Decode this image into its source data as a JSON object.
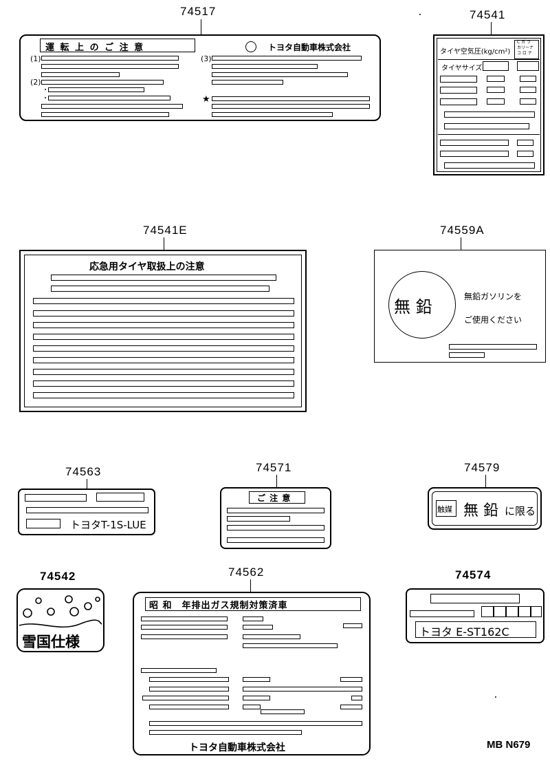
{
  "parts": {
    "p74517": "74517",
    "p74541": "74541",
    "p74541E": "74541E",
    "p74559A": "74559A",
    "p74563": "74563",
    "p74571": "74571",
    "p74579": "74579",
    "p74542": "74542",
    "p74562": "74562",
    "p74574": "74574"
  },
  "label_74517": {
    "heading": "運 転 上 の ご 注 意",
    "brand": "トヨタ自動車株式会社",
    "marks": [
      "(1)",
      "(2)",
      "(3)",
      "★"
    ]
  },
  "label_74541": {
    "pressure": "タイヤ空気圧(kg/cm²)",
    "size": "タイヤサイズ",
    "side_header": "C ガ ラ\nカリーナ\nコ ロ ナ"
  },
  "label_74541E": {
    "heading": "応急用タイヤ取扱上の注意"
  },
  "label_74559A": {
    "seal": "無 鉛",
    "line1": "無鉛ガソリンを",
    "line2": "ご使用ください"
  },
  "label_74563": {
    "code": "トヨタT-1S-LUE"
  },
  "label_74571": {
    "heading": "ご 注 意"
  },
  "label_74579": {
    "badge": "触媒",
    "text_big": "無 鉛",
    "text_small": "に限る"
  },
  "label_74542": {
    "text": "雪国仕様"
  },
  "label_74562": {
    "heading": "昭 和　年排出ガス規制対策済車",
    "brand": "トヨタ自動車株式会社"
  },
  "label_74574": {
    "code": "トヨタ E-ST162C"
  },
  "footer": {
    "ref": "MB N679"
  }
}
